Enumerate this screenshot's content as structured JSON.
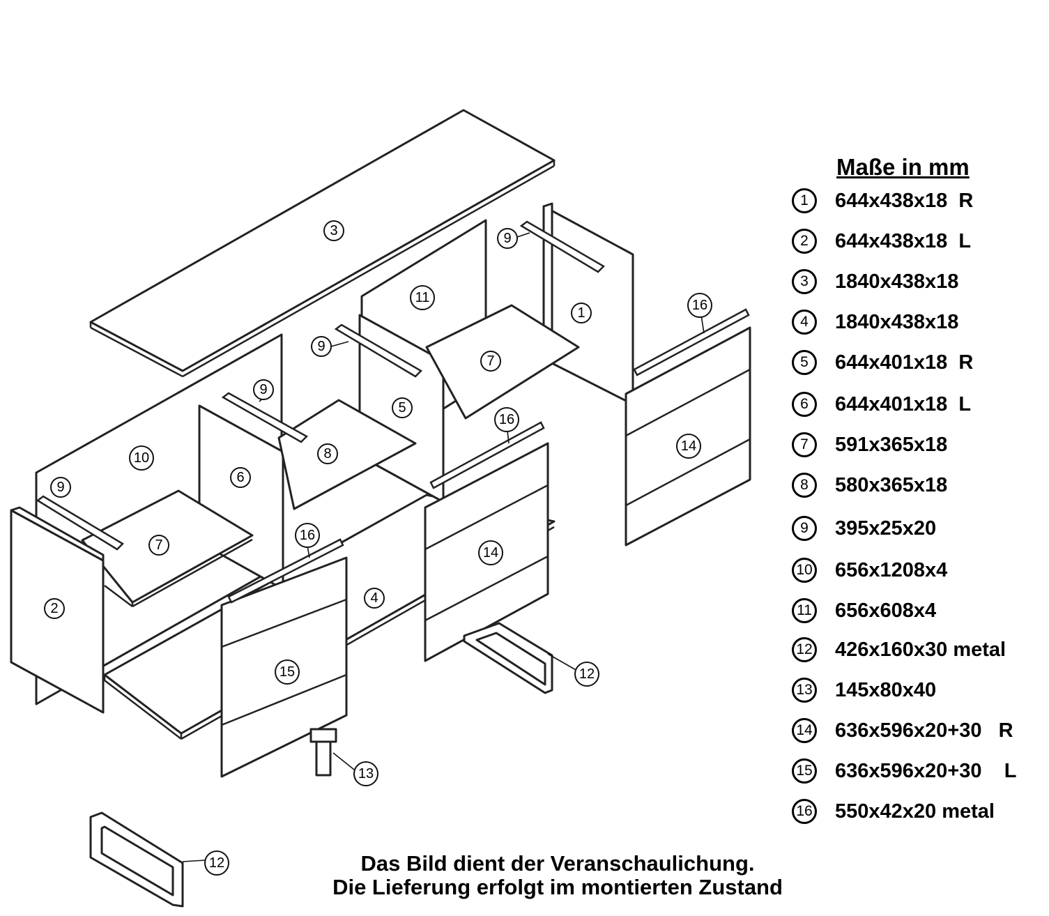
{
  "legend": {
    "title": "Maße in mm",
    "items": [
      {
        "num": "1",
        "dims": "644x438x18  R"
      },
      {
        "num": "2",
        "dims": "644x438x18  L"
      },
      {
        "num": "3",
        "dims": "1840x438x18"
      },
      {
        "num": "4",
        "dims": "1840x438x18"
      },
      {
        "num": "5",
        "dims": "644x401x18  R"
      },
      {
        "num": "6",
        "dims": "644x401x18  L"
      },
      {
        "num": "7",
        "dims": "591x365x18"
      },
      {
        "num": "8",
        "dims": "580x365x18"
      },
      {
        "num": "9",
        "dims": "395x25x20"
      },
      {
        "num": "10",
        "dims": "656x1208x4"
      },
      {
        "num": "11",
        "dims": "656x608x4"
      },
      {
        "num": "12",
        "dims": "426x160x30 metal"
      },
      {
        "num": "13",
        "dims": "145x80x40"
      },
      {
        "num": "14",
        "dims": "636x596x20+30   R"
      },
      {
        "num": "15",
        "dims": "636x596x20+30    L"
      },
      {
        "num": "16",
        "dims": "550x42x20 metal"
      }
    ]
  },
  "callouts": [
    "3",
    "9",
    "11",
    "1",
    "16",
    "9",
    "7",
    "9",
    "5",
    "10",
    "8",
    "6",
    "16",
    "14",
    "9",
    "7",
    "16",
    "14",
    "2",
    "4",
    "15",
    "12",
    "13",
    "12"
  ],
  "footer": {
    "line1": "Das Bild dient der Veranschaulichung.",
    "line2": "Die Lieferung erfolgt im montierten Zustand"
  }
}
